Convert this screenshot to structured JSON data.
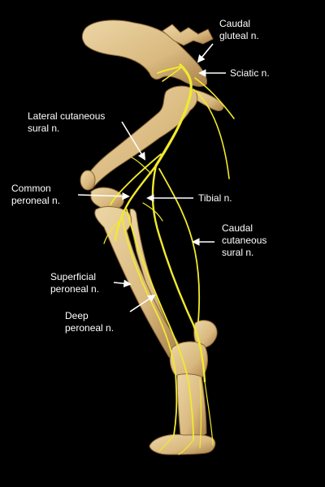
{
  "labels": {
    "caudal_gluteal": "Caudal\ngluteal n.",
    "sciatic": "Sciatic n.",
    "lateral_cutaneous_sural": "Lateral cutaneous\nsural n.",
    "common_peroneal": "Common\nperoneal n.",
    "tibial": "Tibial n.",
    "caudal_cutaneous_sural": "Caudal\ncutaneous\nsural n.",
    "superficial_peroneal": "Superficial\nperoneal n.",
    "deep_peroneal": "Deep\nperoneal n."
  },
  "colors": {
    "background": "#000000",
    "bone": "#e2c690",
    "bone_shadow": "#b58d55",
    "nerve": "#f2ea2e",
    "label_text": "#ffffff",
    "arrow": "#ffffff"
  }
}
